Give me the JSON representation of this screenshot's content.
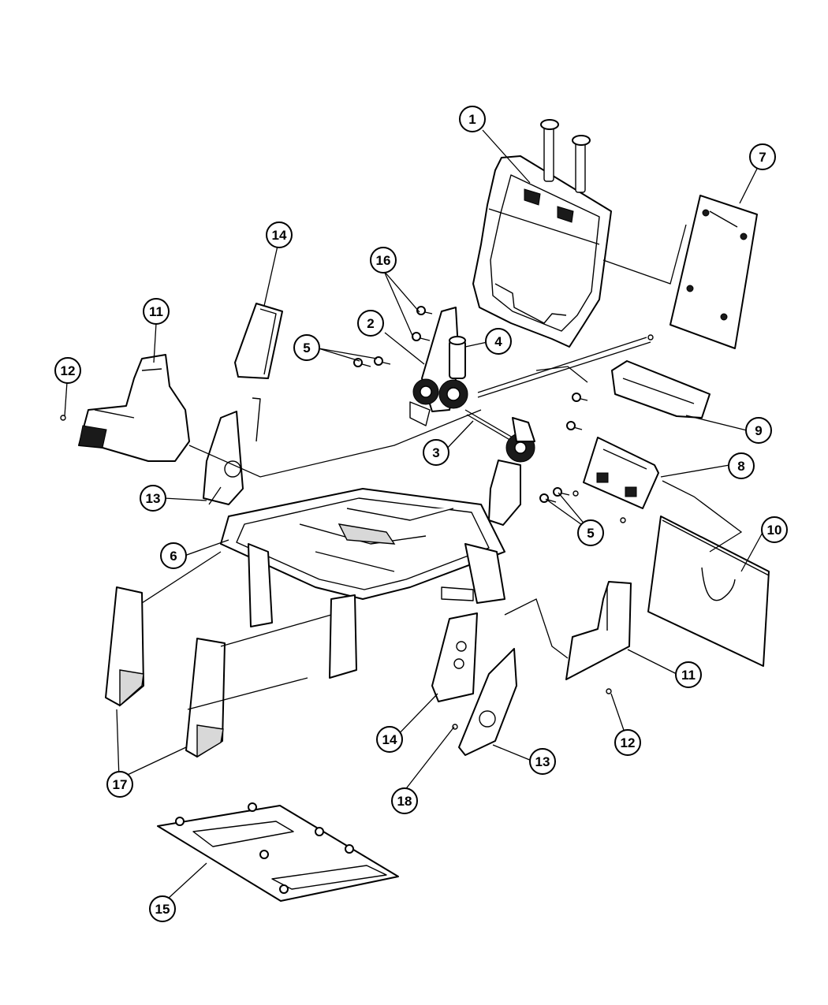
{
  "diagram": {
    "callouts": [
      {
        "id": "c1",
        "label": "1"
      },
      {
        "id": "c2",
        "label": "2"
      },
      {
        "id": "c3",
        "label": "3"
      },
      {
        "id": "c4",
        "label": "4"
      },
      {
        "id": "c5a",
        "label": "5"
      },
      {
        "id": "c5b",
        "label": "5"
      },
      {
        "id": "c6",
        "label": "6"
      },
      {
        "id": "c7",
        "label": "7"
      },
      {
        "id": "c8",
        "label": "8"
      },
      {
        "id": "c9",
        "label": "9"
      },
      {
        "id": "c10",
        "label": "10"
      },
      {
        "id": "c11a",
        "label": "11"
      },
      {
        "id": "c11b",
        "label": "11"
      },
      {
        "id": "c12a",
        "label": "12"
      },
      {
        "id": "c12b",
        "label": "12"
      },
      {
        "id": "c13a",
        "label": "13"
      },
      {
        "id": "c13b",
        "label": "13"
      },
      {
        "id": "c14a",
        "label": "14"
      },
      {
        "id": "c14b",
        "label": "14"
      },
      {
        "id": "c15",
        "label": "15"
      },
      {
        "id": "c16",
        "label": "16"
      },
      {
        "id": "c17",
        "label": "17"
      },
      {
        "id": "c18",
        "label": "18"
      }
    ]
  }
}
